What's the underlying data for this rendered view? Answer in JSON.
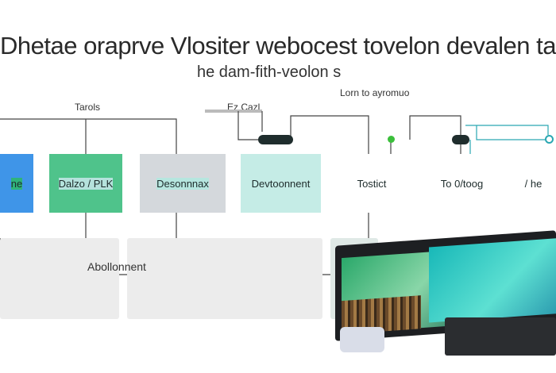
{
  "title": "Dhetae oraprve Vlositer webocest tovelon devalen tai",
  "subtitle": "he dam-fith-veolon s",
  "top_right_label": "Lorn to   ayromuo",
  "label_tarois": "Tarols",
  "label_ez_cazl": "Ez Cazl",
  "boxes": [
    {
      "label": "ne",
      "color": "#3f95e8"
    },
    {
      "label": "Dalzo / PLK",
      "color": "#2fb37a"
    },
    {
      "label": "Desonnnax",
      "color": "#4fc38b"
    },
    {
      "label": "Devtoonnent",
      "color": "#b5e2dc"
    },
    {
      "label": "Tostict",
      "color": "#d4d8dc"
    },
    {
      "label": "To 0/toog",
      "color": "#b6e6df"
    },
    {
      "label": "/ he",
      "color": "#c5ece6"
    }
  ],
  "panel_label": "Abollonnent",
  "colors": {
    "line": "#444444",
    "dark_pill": "#1f2d2d",
    "green_dot": "#3bbf3b",
    "teal_dot": "#2aa7b2"
  }
}
